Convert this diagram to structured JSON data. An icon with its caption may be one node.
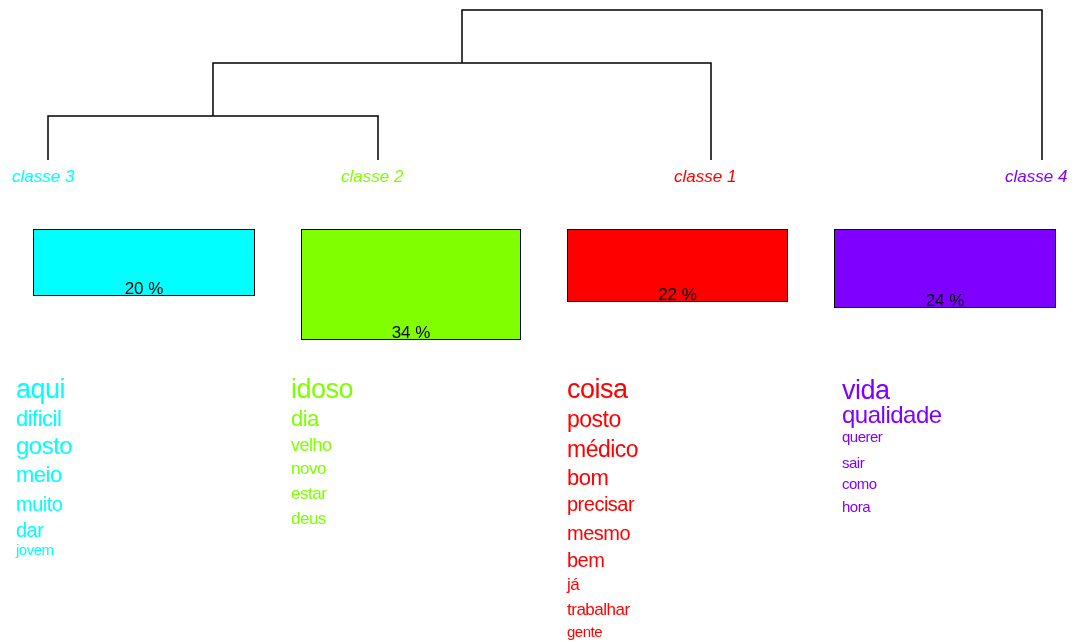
{
  "diagram": {
    "nodes": [
      {
        "text": [
          "classe 3",
          "20 %"
        ],
        "beside": [
          "aqui",
          "dificil",
          "gosto",
          "meio",
          "muito",
          "dar",
          "jovem"
        ]
      },
      {
        "text": [
          "classe 2",
          "34 %"
        ],
        "beside": [
          "idoso",
          "dia",
          "velho",
          "novo",
          "estar",
          "deus"
        ]
      },
      {
        "text": [
          "classe 1",
          "22 %"
        ],
        "beside": [
          "coisa",
          "posto",
          "médico",
          "bom",
          "precisar",
          "mesmo",
          "bem",
          "já",
          "trabalhar",
          "gente"
        ]
      },
      {
        "text": [
          "classe 4",
          "24 %"
        ],
        "beside": [
          "vida",
          "qualidade",
          "querer",
          "sair",
          "como",
          "hora"
        ]
      }
    ]
  }
}
